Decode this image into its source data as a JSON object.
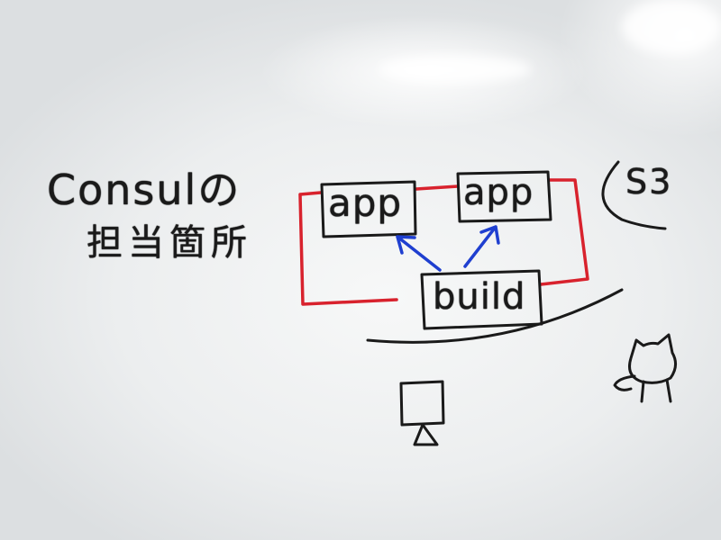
{
  "title": {
    "line1": "Consulの",
    "line2": "担当箇所"
  },
  "nodes": {
    "app_left": "app",
    "app_right": "app",
    "build": "build",
    "storage": "S3"
  },
  "colors": {
    "ink": "#1a1a1a",
    "red_marker": "#d8222d",
    "blue_marker": "#1f3fd0",
    "board": "#eceeef"
  },
  "icons": {
    "computer": "desktop-monitor-icon",
    "mascot": "github-octocat-icon"
  }
}
